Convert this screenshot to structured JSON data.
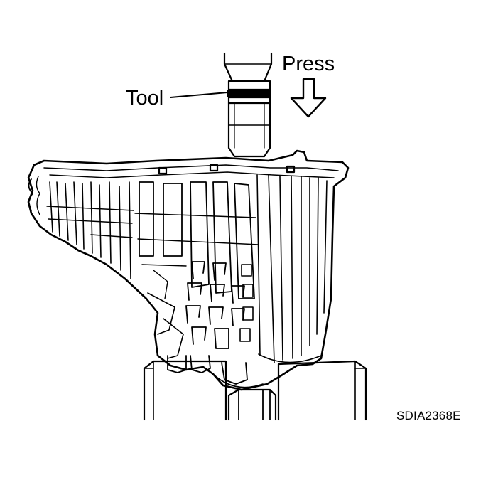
{
  "labels": {
    "press": "Press",
    "tool": "Tool",
    "figure_code": "SDIA2368E"
  },
  "colors": {
    "ink": "#000000",
    "paper": "#ffffff"
  },
  "icons": {
    "press_direction": "arrow-down-outline-icon"
  }
}
